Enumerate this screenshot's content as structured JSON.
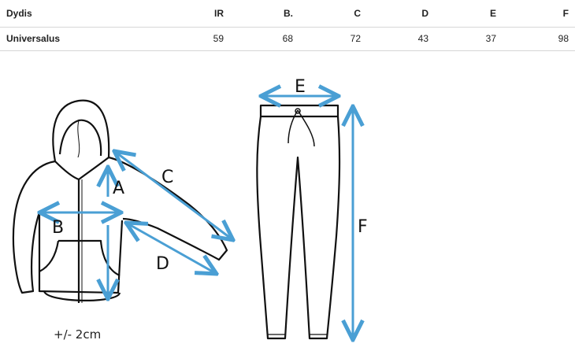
{
  "table": {
    "headers": [
      "Dydis",
      "IR",
      "B.",
      "C",
      "D",
      "E",
      "F"
    ],
    "rows": [
      [
        "Universalus",
        "59",
        "68",
        "72",
        "43",
        "37",
        "98"
      ]
    ]
  },
  "diagram": {
    "labels": {
      "a": "A",
      "b": "B",
      "c": "C",
      "d": "D",
      "e": "E",
      "f": "F"
    },
    "tolerance": "+/- 2cm",
    "arrow_color": "#4a9fd4",
    "outline_color": "#111111"
  }
}
